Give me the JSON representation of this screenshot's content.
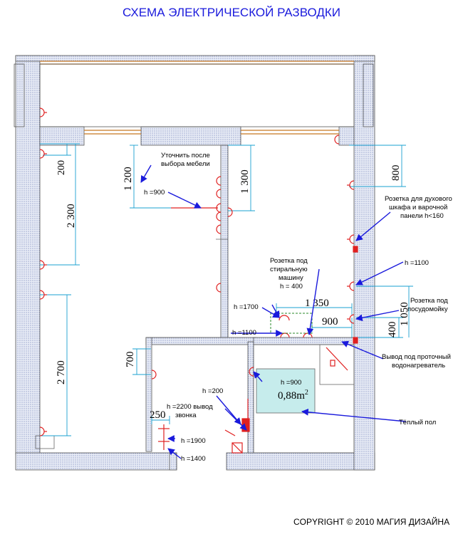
{
  "title": "СХЕМА ЭЛЕКТРИЧЕСКОЙ РАЗВОДКИ",
  "copyright": "COPYRIGHT © 2010 МАГИЯ ДИЗАЙНА",
  "colors": {
    "wall": "#c8d0e8",
    "dim_line": "#1aa0d0",
    "socket": "#e02020",
    "arrow": "#1a1adc",
    "warm_floor": "#c6ecec",
    "window": "#c87820"
  },
  "dimensions": {
    "d200": "200",
    "d2300": "2 300",
    "d2700": "2 700",
    "d1200": "1 200",
    "d1300": "1 300",
    "d800": "800",
    "d700": "700",
    "d250": "250",
    "d1350": "1 350",
    "d900": "900",
    "d400": "400",
    "d1050": "1 050"
  },
  "labels": {
    "clarify": "Уточнить после",
    "clarify2": "выбора мебели",
    "h900a": "h =900",
    "oven1": "Розетка  для духового",
    "oven2": "шкафа и варочной",
    "oven3": "панели h<160",
    "washer1": "Розетка под",
    "washer2": "стиральную",
    "washer3": "машину",
    "washer4": "h = 400",
    "h1100r": "h =1100",
    "dish1": "Розетка под",
    "dish2": "посудомойку",
    "h1700": "h =1700",
    "h1100l": "h =1100",
    "heater1": "Вывод под проточный",
    "heater2": "водонагреватель",
    "h900b": "h =900",
    "h200": "h =200",
    "h2200a": "h =2200 вывод",
    "h2200b": "звонка",
    "h1900": "h =1900",
    "h1400": "h =1400",
    "area": "0,88m",
    "area_sup": "2",
    "warm_floor": "Тёплый пол"
  }
}
